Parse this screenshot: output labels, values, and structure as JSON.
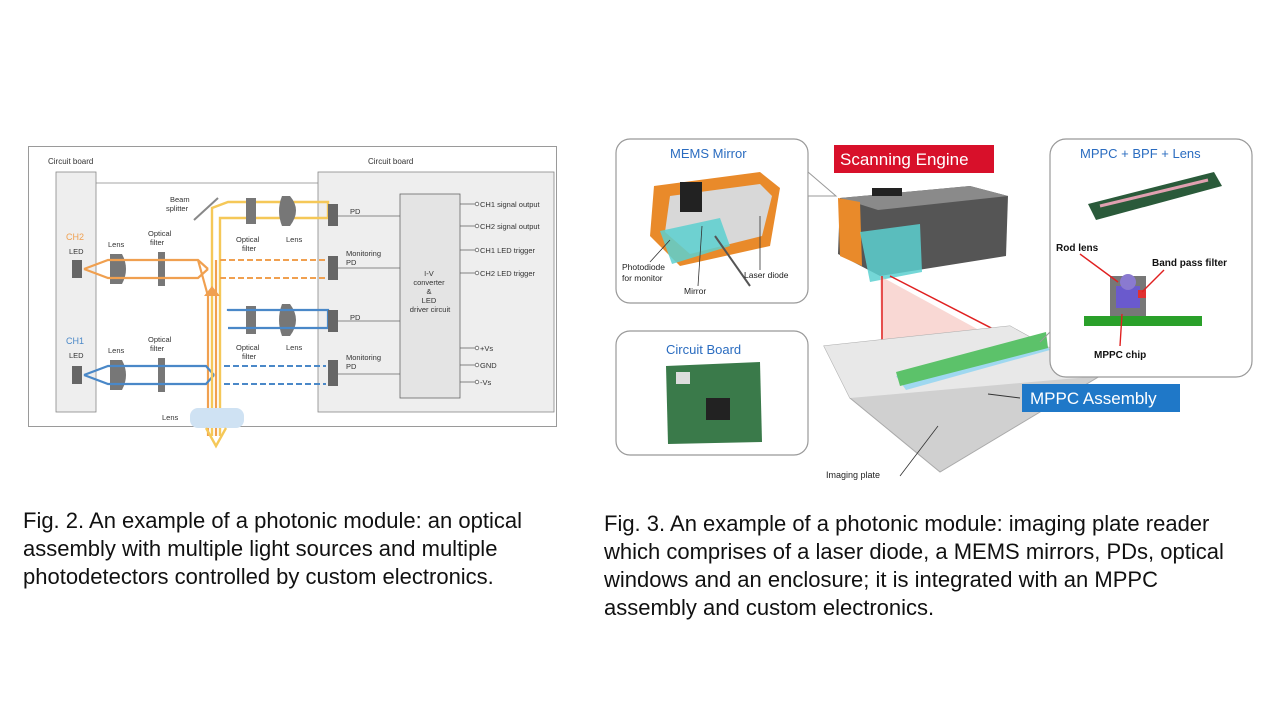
{
  "fig2": {
    "circuit_board_left": "Circuit board",
    "circuit_board_right": "Circuit board",
    "ch2": "CH2",
    "ch1": "CH1",
    "led_ch2": "LED",
    "led_ch1": "LED",
    "lens_ch2": "Lens",
    "lens_ch1": "Lens",
    "optical_filter_ch2": [
      "Optical",
      "filter"
    ],
    "optical_filter_ch1": [
      "Optical",
      "filter"
    ],
    "beam_splitter": [
      "Beam",
      "splitter"
    ],
    "optical_filter_top": [
      "Optical",
      "filter"
    ],
    "lens_top": "Lens",
    "optical_filter_mid": [
      "Optical",
      "filter"
    ],
    "lens_mid": "Lens",
    "pd_top": "PD",
    "monitoring_pd_top": [
      "Monitoring",
      "PD"
    ],
    "pd_mid": "PD",
    "monitoring_pd_bottom": [
      "Monitoring",
      "PD"
    ],
    "converter": [
      "I-V",
      "converter",
      "&",
      "LED",
      "driver circuit"
    ],
    "outputs": [
      "CH1 signal output",
      "CH2 signal output",
      "CH1 LED trigger",
      "CH2 LED trigger",
      "+Vs",
      "GND",
      "-Vs"
    ],
    "lens_bottom": "Lens",
    "colors": {
      "ch2": "#f0a050",
      "ch1": "#4a88c8",
      "combined": "#f5c858"
    }
  },
  "fig3": {
    "mems_mirror": "MEMS Mirror",
    "scanning_engine": "Scanning Engine",
    "mppc_bpf_lens": "MPPC + BPF + Lens",
    "photodiode": [
      "Photodiode",
      "for monitor"
    ],
    "mirror": "Mirror",
    "laser_diode": "Laser diode",
    "rod_lens": "Rod lens",
    "band_pass_filter": "Band pass filter",
    "mppc_chip": "MPPC chip",
    "circuit_board": "Circuit Board",
    "mppc_assembly": "MPPC Assembly",
    "imaging_plate": "Imaging plate",
    "colors": {
      "title_blue": "#2a6cc0",
      "red_banner": "#d8102a",
      "assembly_blue": "#1f78c8"
    }
  },
  "captions": {
    "fig2": "Fig. 2. An example of a photonic module: an optical assembly with multiple light sources and multiple photodetectors controlled by custom electronics.",
    "fig3": "Fig. 3. An example of a photonic module: imaging plate reader which comprises of a laser diode, a MEMS mirrors, PDs, optical windows and an enclosure; it is integrated with an MPPC assembly and custom electronics."
  }
}
